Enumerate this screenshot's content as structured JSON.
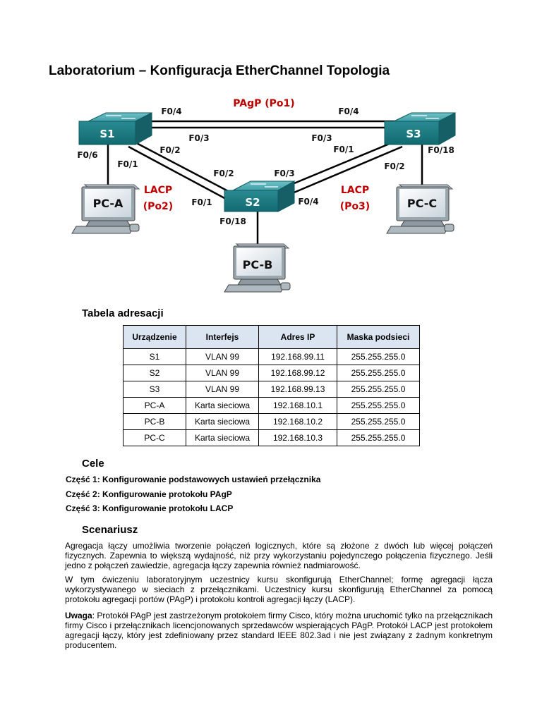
{
  "title": "Laboratorium – Konfiguracja EtherChannel Topologia",
  "topology": {
    "channels": {
      "po1": "PAgP (Po1)",
      "po2_proto": "LACP",
      "po2_name": "(Po2)",
      "po3_proto": "LACP",
      "po3_name": "(Po3)"
    },
    "devices": {
      "s1": "S1",
      "s2": "S2",
      "s3": "S3",
      "pca": "PC-A",
      "pcb": "PC-B",
      "pcc": "PC-C"
    },
    "ports": {
      "s1_f04": "F0/4",
      "s1_f03": "F0/3",
      "s1_f02": "F0/2",
      "s1_f01": "F0/1",
      "s1_f06": "F0/6",
      "s3_f04": "F0/4",
      "s3_f03": "F0/3",
      "s3_f01": "F0/1",
      "s3_f02": "F0/2",
      "s3_f018": "F0/18",
      "s2_f02": "F0/2",
      "s2_f03": "F0/3",
      "s2_f01": "F0/1",
      "s2_f04": "F0/4",
      "s2_f018": "F0/18"
    }
  },
  "table": {
    "heading": "Tabela adresacji",
    "headers": [
      "Urządzenie",
      "Interfejs",
      "Adres IP",
      "Maska podsieci"
    ],
    "rows": [
      [
        "S1",
        "VLAN 99",
        "192.168.99.11",
        "255.255.255.0"
      ],
      [
        "S2",
        "VLAN 99",
        "192.168.99.12",
        "255.255.255.0"
      ],
      [
        "S3",
        "VLAN 99",
        "192.168.99.13",
        "255.255.255.0"
      ],
      [
        "PC-A",
        "Karta sieciowa",
        "192.168.10.1",
        "255.255.255.0"
      ],
      [
        "PC-B",
        "Karta sieciowa",
        "192.168.10.2",
        "255.255.255.0"
      ],
      [
        "PC-C",
        "Karta sieciowa",
        "192.168.10.3",
        "255.255.255.0"
      ]
    ]
  },
  "goals": {
    "heading": "Cele",
    "items": [
      "Część 1: Konfigurowanie podstawowych ustawień przełącznika",
      "Część 2: Konfigurowanie protokołu PAgP",
      "Część 3: Konfigurowanie protokołu LACP"
    ]
  },
  "scenario": {
    "heading": "Scenariusz",
    "p1": "Agregacja łączy umożliwia tworzenie połączeń logicznych, które są złożone z dwóch lub więcej połączeń fizycznych. Zapewnia to większą wydajność, niż przy wykorzystaniu pojedynczego połączenia fizycznego. Jeśli jedno z połączeń zawiedzie, agregacja łączy zapewnia również nadmiarowość.",
    "p2": "W tym ćwiczeniu laboratoryjnym uczestnicy kursu skonfigurują EtherChannel; formę agregacji łącza wykorzystywanego w sieciach z przełącznikami. Uczestnicy kursu skonfigurują EtherChannel za pomocą protokołu agregacji portów (PAgP) i protokołu kontroli agregacji łączy (LACP).",
    "note_label": "Uwaga",
    "note_text": ": Protokół PAgP jest zastrzeżonym protokołem firmy Cisco, który można uruchomić tylko na przełącznikach firmy Cisco i przełącznikach licencjonowanych sprzedawców wspierających PAgP. Protokół LACP jest protokołem agregacji łączy, który jest zdefiniowany przez standard IEEE 802.3ad i nie jest związany z żadnym konkretnym producentem."
  },
  "colors": {
    "accent_red": "#c00000",
    "switch_teal": "#1f7f86",
    "table_header": "#dbe5f1"
  }
}
